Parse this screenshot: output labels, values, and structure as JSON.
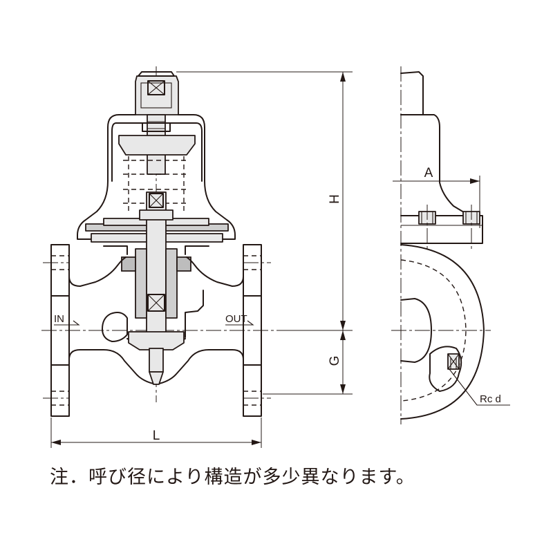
{
  "dimensions": {
    "height": "H",
    "center_to_bottom": "G",
    "length": "L",
    "side_offset": "A",
    "thread": "Rc d"
  },
  "flow": {
    "inlet": "IN",
    "outlet": "OUT"
  },
  "note": "注．呼び径により構造が多少異なります。"
}
